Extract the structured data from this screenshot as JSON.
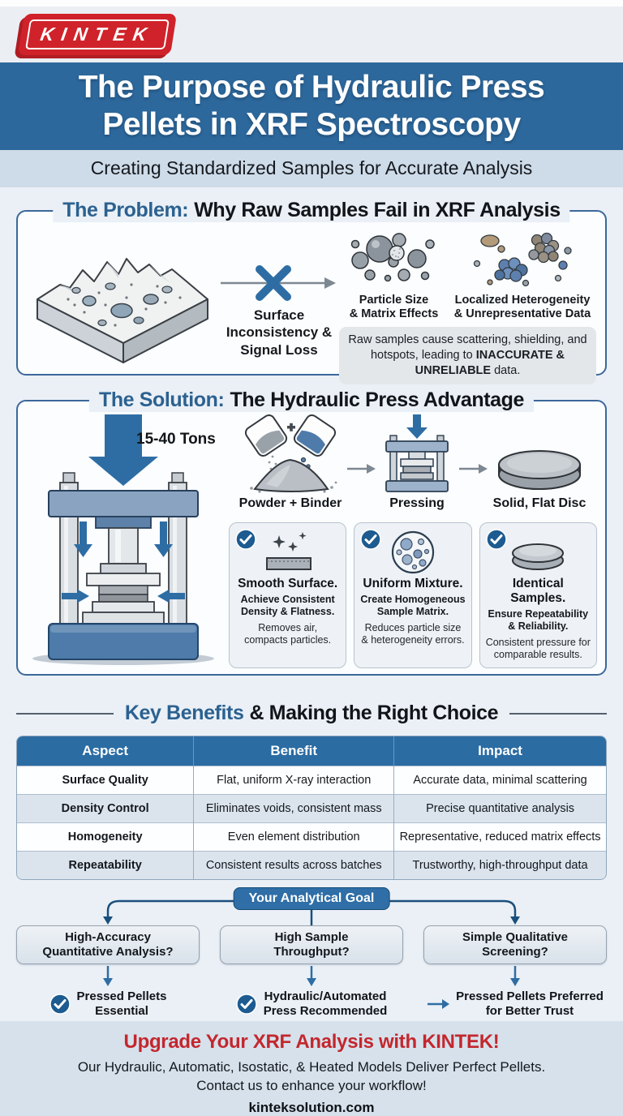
{
  "logo": {
    "text": "KINTEK"
  },
  "header": {
    "title_line1": "The Purpose of Hydraulic Press",
    "title_line2": "Pellets in XRF Spectroscopy",
    "subtitle": "Creating Standardized Samples for Accurate Analysis"
  },
  "problem": {
    "heading_accent": "The Problem:",
    "heading_rest": "Why Raw Samples Fail in XRF Analysis",
    "block_label": "Surface Inconsistency & Signal Loss",
    "issues": [
      {
        "line1": "Particle Size",
        "line2": "& Matrix Effects"
      },
      {
        "line1": "Localized Heterogeneity",
        "line2": "& Unrepresentative Data"
      }
    ],
    "note_pre": "Raw samples cause scattering, shielding, and hotspots, leading to",
    "note_bold": "INACCURATE & UNRELIABLE",
    "note_post": "data."
  },
  "solution": {
    "heading_accent": "The Solution:",
    "heading_rest": "The Hydraulic Press Advantage",
    "press_label": "15-40 Tons",
    "steps": [
      "Powder + Binder",
      "Pressing",
      "Solid, Flat Disc"
    ],
    "cards": [
      {
        "title": "Smooth Surface.",
        "subtitle": "Achieve Consistent Density & Flatness.",
        "desc": "Removes air, compacts particles."
      },
      {
        "title": "Uniform Mixture.",
        "subtitle": "Create Homogeneous Sample Matrix.",
        "desc": "Reduces particle size & heterogeneity errors."
      },
      {
        "title": "Identical Samples.",
        "subtitle": "Ensure Repeatability & Reliability.",
        "desc": "Consistent pressure for comparable results."
      }
    ]
  },
  "benefits": {
    "heading_accent": "Key Benefits",
    "heading_rest": "& Making the Right Choice",
    "table": {
      "headers": [
        "Aspect",
        "Benefit",
        "Impact"
      ],
      "rows": [
        [
          "Surface Quality",
          "Flat, uniform X-ray interaction",
          "Accurate data, minimal scattering"
        ],
        [
          "Density Control",
          "Eliminates voids, consistent mass",
          "Precise quantitative analysis"
        ],
        [
          "Homogeneity",
          "Even element distribution",
          "Representative, reduced matrix effects"
        ],
        [
          "Repeatability",
          "Consistent results across batches",
          "Trustworthy, high-throughput data"
        ]
      ]
    }
  },
  "decision": {
    "root": "Your Analytical Goal",
    "branches": [
      {
        "q1": "High-Accuracy",
        "q2": "Quantitative Analysis?",
        "a1": "Pressed Pellets",
        "a2": "Essential",
        "marker": "check"
      },
      {
        "q1": "High Sample",
        "q2": "Throughput?",
        "a1": "Hydraulic/Automated",
        "a2": "Press Recommended",
        "marker": "check"
      },
      {
        "q1": "Simple Qualitative",
        "q2": "Screening?",
        "a1": "Pressed Pellets Preferred",
        "a2": "for Better Trust",
        "marker": "arrow"
      }
    ]
  },
  "footer": {
    "headline": "Upgrade Your XRF Analysis with KINTEK!",
    "line1": "Our Hydraulic, Automatic, Isostatic, & Heated Models Deliver Perfect Pellets.",
    "line2": "Contact us to enhance your workflow!",
    "website": "kinteksolution.com"
  },
  "colors": {
    "brand_red": "#d0222a",
    "title_band_blue": "#2d689c",
    "subtitle_band": "#cedbe8",
    "accent_blue": "#2c6190",
    "table_header_blue": "#2b6ca3",
    "check_blue": "#1d5b90",
    "arrow_blue": "#2e6da4",
    "footer_bg": "#d6e1eb",
    "footer_red": "#c3272e"
  }
}
